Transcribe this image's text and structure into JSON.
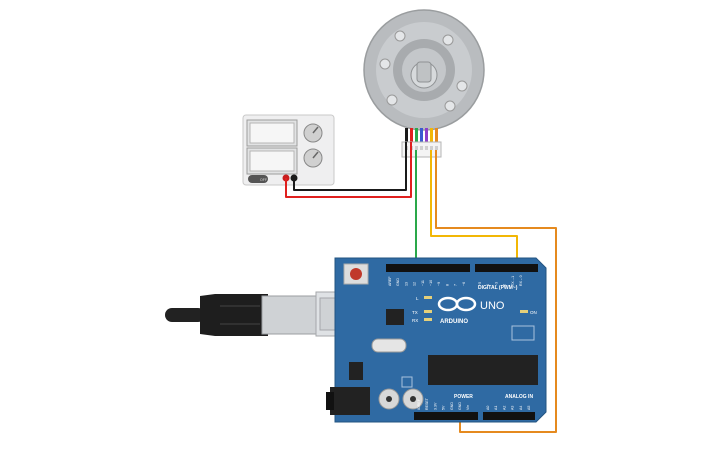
{
  "arduino": {
    "brand": "ARDUINO",
    "model": "UNO",
    "digital_label": "DIGITAL (PWM~)",
    "power_label": "POWER",
    "analog_label": "ANALOG IN",
    "on_label": "ON",
    "led_l": "L",
    "led_tx": "TX",
    "led_rx": "RX",
    "digital_pins": [
      "AREF",
      "GND",
      "13",
      "12",
      "~11",
      "~10",
      "~9",
      "8",
      "7",
      "~6",
      "~5",
      "4",
      "~3",
      "2",
      "TX→1",
      "RX←0"
    ],
    "power_pins": [
      "IOREF",
      "RESET",
      "3.3V",
      "5V",
      "GND",
      "GND",
      "Vin"
    ],
    "analog_pins": [
      "A0",
      "A1",
      "A2",
      "A3",
      "A4",
      "A5"
    ]
  },
  "power_supply": {
    "off_label": "OFF"
  },
  "colors": {
    "board": "#2f6aa3",
    "wire_red": "#e0201e",
    "wire_black": "#1a1a1a",
    "wire_green": "#2aa84a",
    "wire_yellow": "#f2b705",
    "wire_orange": "#e58a1f"
  }
}
